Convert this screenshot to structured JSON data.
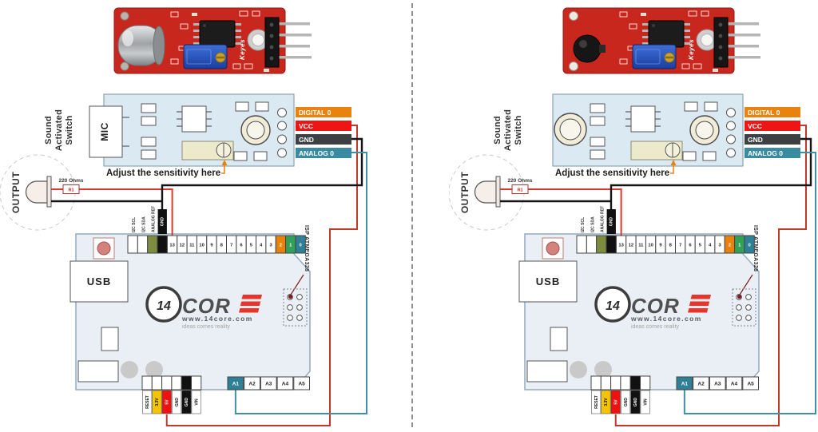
{
  "module": {
    "title_lines": [
      "Sound",
      "Activated",
      "Switch"
    ],
    "mic_label": "MIC",
    "adjust_note": "Adjust the sensitivity here",
    "photo_brand": "Keyes",
    "pins": [
      {
        "label": "DIGITAL 0",
        "color": "#e8830d"
      },
      {
        "label": "VCC",
        "color": "#ee1515"
      },
      {
        "label": "GND",
        "color": "#3d4043"
      },
      {
        "label": "ANALOG 0",
        "color": "#3a8ba1"
      }
    ]
  },
  "led": {
    "label": "OUTPUT",
    "resistor_value": "220 Ohms",
    "resistor_ref": "R1"
  },
  "board": {
    "usb_label": "USB",
    "logo_number": "14",
    "logo_text": "COR",
    "logo_url": "www.14core.com",
    "logo_tagline": "ideas comes reality",
    "isp_label": "ISP ATMEGA328",
    "top_pin_labels": [
      "I2C SCL",
      "I2C SDA",
      "ANALOG REF",
      "GND"
    ],
    "digital_pins": [
      "13",
      "12",
      "11",
      "10",
      "9",
      "8",
      "7",
      "6",
      "5",
      "4",
      "3",
      "2",
      "1",
      "0"
    ],
    "power_pins": [
      "RESET",
      "3.3V",
      "5V",
      "GND",
      "GND",
      "VIN"
    ],
    "analog_pins": [
      "A1",
      "A2",
      "A3",
      "A4",
      "A5"
    ]
  },
  "colors": {
    "wire_red": "#c0392b",
    "wire_led_red": "#d93a2e",
    "wire_black": "#141414",
    "wire_teal": "#3f8fa5",
    "pin_orange": "#e8820c",
    "pin_green": "#33a05a",
    "pin_teal": "#2f7f96",
    "pin_olive": "#7d8c3f",
    "power_3v3": "#f5c400",
    "power_5v": "#ee1111",
    "pcb_red": "#c8271e",
    "module_board": "#dbe9f2",
    "arduino_board": "#eaeff5"
  }
}
